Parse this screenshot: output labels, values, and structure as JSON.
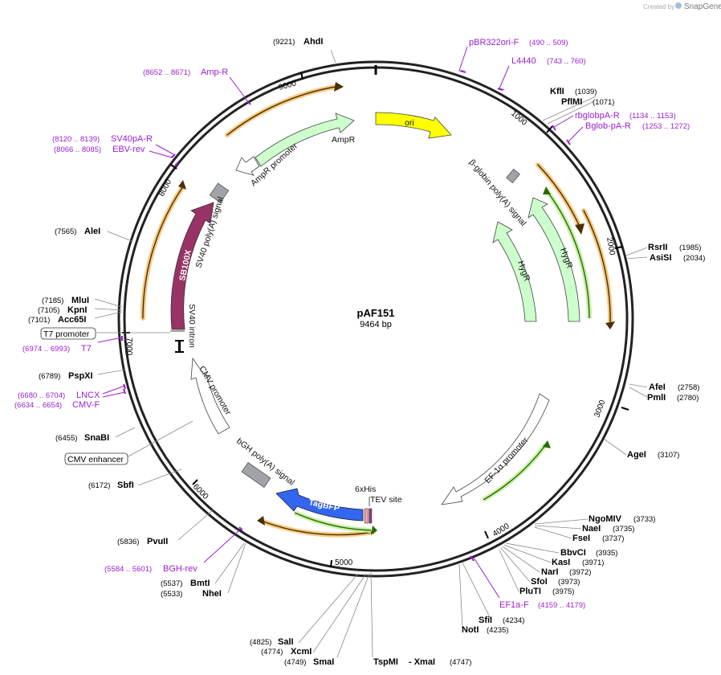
{
  "watermark": {
    "created_by": "Created by",
    "brand": "SnapGene"
  },
  "plasmid": {
    "name": "pAF151",
    "length_label": "9464 bp"
  },
  "ticks": [
    {
      "label": "1000"
    },
    {
      "label": "2000"
    },
    {
      "label": "3000"
    },
    {
      "label": "4000"
    },
    {
      "label": "5000"
    },
    {
      "label": "6000"
    },
    {
      "label": "7000"
    },
    {
      "label": "8000"
    },
    {
      "label": "9000"
    }
  ],
  "sites": [
    {
      "name": "AhdI",
      "pos": "(9221)"
    },
    {
      "name": "KflI",
      "pos": "(1039)"
    },
    {
      "name": "PflMI",
      "pos": "(1071)"
    },
    {
      "name": "RsrII",
      "pos": "(1985)"
    },
    {
      "name": "AsiSI",
      "pos": "(2034)"
    },
    {
      "name": "AfeI",
      "pos": "(2758)"
    },
    {
      "name": "PmlI",
      "pos": "(2780)"
    },
    {
      "name": "AgeI",
      "pos": "(3107)"
    },
    {
      "name": "NgoMIV",
      "pos": "(3733)"
    },
    {
      "name": "NaeI",
      "pos": "(3735)"
    },
    {
      "name": "FseI",
      "pos": "(3737)"
    },
    {
      "name": "BbvCI",
      "pos": "(3935)"
    },
    {
      "name": "KasI",
      "pos": "(3971)"
    },
    {
      "name": "NarI",
      "pos": "(3972)"
    },
    {
      "name": "SfoI",
      "pos": "(3973)"
    },
    {
      "name": "PluTI",
      "pos": "(3975)"
    },
    {
      "name": "SfiI",
      "pos": "(4234)"
    },
    {
      "name": "NotI",
      "pos": "(4235)"
    },
    {
      "name": "TspMI",
      "pos": ""
    },
    {
      "name": "- XmaI",
      "pos": "(4747)"
    },
    {
      "name": "SmaI",
      "pos": "(4749)"
    },
    {
      "name": "XcmI",
      "pos": "(4774)"
    },
    {
      "name": "SalI",
      "pos": "(4825)"
    },
    {
      "name": "NheI",
      "pos": "(5533)"
    },
    {
      "name": "BmtI",
      "pos": "(5537)"
    },
    {
      "name": "PvuII",
      "pos": "(5836)"
    },
    {
      "name": "SbfI",
      "pos": "(6172)"
    },
    {
      "name": "SnaBI",
      "pos": "(6455)"
    },
    {
      "name": "PspXI",
      "pos": "(6789)"
    },
    {
      "name": "Acc65I",
      "pos": "(7101)"
    },
    {
      "name": "KpnI",
      "pos": "(7105)"
    },
    {
      "name": "MluI",
      "pos": "(7185)"
    },
    {
      "name": "AleI",
      "pos": "(7565)"
    }
  ],
  "primers": [
    {
      "name": "pBR322ori-F",
      "pos": "(490 .. 509)"
    },
    {
      "name": "L4440",
      "pos": "(743 .. 760)"
    },
    {
      "name": "rbglobpA-R",
      "pos": "(1134 .. 1153)"
    },
    {
      "name": "Bglob-pA-R",
      "pos": "(1253 .. 1272)"
    },
    {
      "name": "EF1a-F",
      "pos": "(4159 .. 4179)"
    },
    {
      "name": "BGH-rev",
      "pos": "(5584 .. 5601)"
    },
    {
      "name": "CMV-F",
      "pos": "(6634 .. 6654)"
    },
    {
      "name": "LNCX",
      "pos": "(6680 .. 6704)"
    },
    {
      "name": "T7",
      "pos": "(6974 .. 6993)"
    },
    {
      "name": "EBV-rev",
      "pos": "(8066 .. 8085)"
    },
    {
      "name": "SV40pA-R",
      "pos": "(8120 .. 8139)"
    },
    {
      "name": "Amp-R",
      "pos": "(8652 .. 8671)"
    }
  ],
  "boxed_labels": [
    {
      "text": "T7 promoter"
    },
    {
      "text": "CMV enhancer"
    }
  ],
  "features": [
    {
      "label": "ori",
      "color": "#ffff00"
    },
    {
      "label": "AmpR",
      "color": "#ccffcc"
    },
    {
      "label": "AmpR promoter",
      "color": "#ffffff"
    },
    {
      "label": "β-globin poly(A) signal",
      "color": "#a0a4a8"
    },
    {
      "label": "HygR",
      "color": "#ccffcc"
    },
    {
      "label": "HygR",
      "color": "#ccffcc"
    },
    {
      "label": "EF-1α promoter",
      "color": "#ffffff"
    },
    {
      "label": "6xHis",
      "color": "#8b3a8b"
    },
    {
      "label": "TEV site",
      "color": "#e8a0a0"
    },
    {
      "label": "TagBFP",
      "color": "#3355ee"
    },
    {
      "label": "bGH poly(A) signal",
      "color": "#a0a4a8"
    },
    {
      "label": "CMV promoter",
      "color": "#ffffff"
    },
    {
      "label": "SV40 intron",
      "color": "#000000"
    },
    {
      "label": "SB100X",
      "color": "#993366"
    },
    {
      "label": "SV40 poly(A) signal",
      "color": "#a0a4a8"
    }
  ]
}
